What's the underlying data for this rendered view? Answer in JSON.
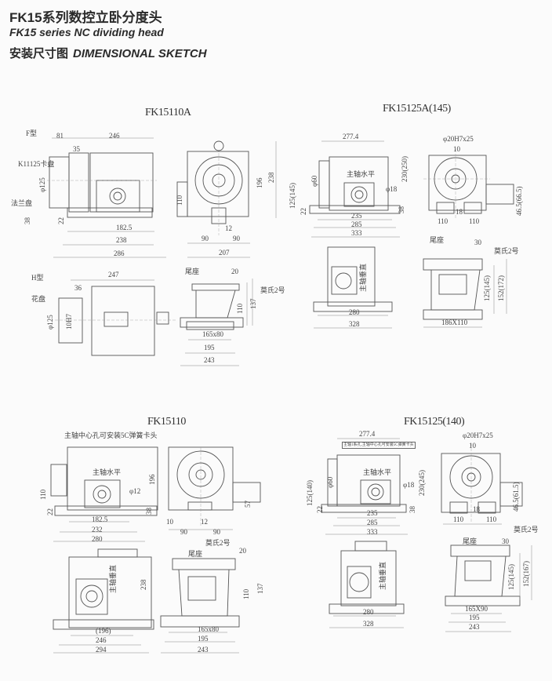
{
  "header": {
    "title_cn": "FK15系列数控立卧分度头",
    "title_en": "FK15 series NC dividing head",
    "subtitle_cn": "安装尺寸图",
    "subtitle_en": "DIMENSIONAL SKETCH"
  },
  "fk15110a": {
    "title": "FK15110A",
    "side": {
      "type_label": "F型",
      "chuck_label": "K11125卡盘",
      "flange_label": "法兰盘",
      "dims": [
        "81",
        "246",
        "35",
        "φ125",
        "38",
        "22",
        "182.5",
        "238",
        "286"
      ]
    },
    "front": {
      "dims": [
        "238",
        "196",
        "110",
        "12",
        "90",
        "90",
        "207"
      ]
    },
    "h_view": {
      "type_label": "H型",
      "faceplate_label": "花盘",
      "dims": [
        "247",
        "36",
        "φ125",
        "10H7"
      ]
    },
    "tailstock": {
      "title": "尾座",
      "morse_label": "莫氏2号",
      "dims": [
        "20",
        "137",
        "110",
        "165x80",
        "195",
        "243"
      ]
    }
  },
  "fk15125a": {
    "title": "FK15125A(145)",
    "side": {
      "spindle_label": "主轴水平",
      "dims": [
        "277.4",
        "φ60",
        "φ18",
        "230(250)",
        "125(145)",
        "22",
        "38",
        "235",
        "285",
        "333"
      ]
    },
    "front": {
      "dims": [
        "φ20H7x25",
        "10",
        "18",
        "110",
        "110",
        "46.5(66.5)"
      ]
    },
    "vertical": {
      "spindle_label": "主轴垂直",
      "dims": [
        "280",
        "328"
      ]
    },
    "tailstock": {
      "title": "尾座",
      "morse_label": "莫氏2号",
      "dims": [
        "30",
        "125(145)",
        "152(172)",
        "186X110"
      ]
    }
  },
  "fk15110": {
    "title": "FK15110",
    "side": {
      "note": "主轴中心孔可安装5C弹簧卡头",
      "spindle_label": "主轴水平",
      "dims": [
        "196",
        "110",
        "φ12",
        "38",
        "22",
        "182.5",
        "232",
        "280"
      ]
    },
    "front": {
      "dims": [
        "10",
        "12",
        "90",
        "90",
        "57"
      ]
    },
    "vertical": {
      "spindle_label": "主轴垂直",
      "dims": [
        "238",
        "(196)",
        "246",
        "294"
      ]
    },
    "tailstock": {
      "title": "尾座",
      "morse_label": "莫氏2号",
      "dims": [
        "20",
        "110",
        "137",
        "165x80",
        "195",
        "243"
      ]
    }
  },
  "fk15125": {
    "title": "FK15125(140)",
    "side": {
      "note": "主轴1系孔,主轴中心孔可安装5C弹簧卡头",
      "spindle_label": "主轴水平",
      "dims": [
        "277.4",
        "φ60",
        "φ18",
        "230(245)",
        "125(140)",
        "22",
        "38",
        "235",
        "285",
        "333"
      ]
    },
    "front": {
      "dims": [
        "φ20H7x25",
        "10",
        "18",
        "110",
        "110",
        "46.5(61.5)"
      ]
    },
    "vertical": {
      "spindle_label": "主轴垂直",
      "dims": [
        "280",
        "328"
      ]
    },
    "tailstock": {
      "title": "尾座",
      "morse_label": "莫氏2号",
      "dims": [
        "30",
        "125(145)",
        "152(167)",
        "165X90",
        "195",
        "243"
      ]
    }
  }
}
